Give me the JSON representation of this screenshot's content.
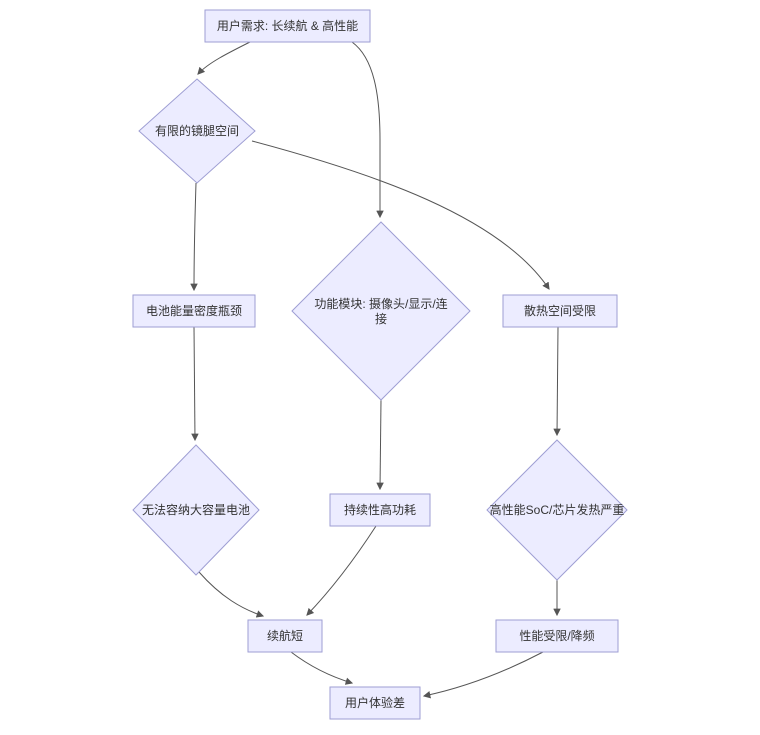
{
  "diagram": {
    "type": "flowchart",
    "direction": "top-down",
    "colors": {
      "node_fill": "#ECECFF",
      "node_border": "#9e9ed3",
      "edge": "#555555",
      "text": "#333333",
      "background": "#ffffff"
    },
    "nodes": {
      "user_needs": {
        "shape": "rect",
        "label": "用户需求: 长续航 & 高性能"
      },
      "temple_space": {
        "shape": "diamond",
        "label": "有限的镜腿空间"
      },
      "battery_density": {
        "shape": "rect",
        "label": "电池能量密度瓶颈"
      },
      "function_modules": {
        "shape": "diamond",
        "label_line1": "功能模块: 摄像头/显示/连",
        "label_line2": "接"
      },
      "thermal_space": {
        "shape": "rect",
        "label": "散热空间受限"
      },
      "no_big_battery": {
        "shape": "diamond",
        "label": "无法容纳大容量电池"
      },
      "high_power": {
        "shape": "rect",
        "label": "持续性高功耗"
      },
      "soc_heat": {
        "shape": "diamond",
        "label": "高性能SoC/芯片发热严重"
      },
      "short_battery": {
        "shape": "rect",
        "label": "续航短"
      },
      "perf_limited": {
        "shape": "rect",
        "label": "性能受限/降频"
      },
      "bad_ux": {
        "shape": "rect",
        "label": "用户体验差"
      }
    },
    "edges": [
      {
        "from": "user_needs",
        "to": "temple_space"
      },
      {
        "from": "user_needs",
        "to": "function_modules"
      },
      {
        "from": "temple_space",
        "to": "battery_density"
      },
      {
        "from": "temple_space",
        "to": "thermal_space"
      },
      {
        "from": "battery_density",
        "to": "no_big_battery"
      },
      {
        "from": "function_modules",
        "to": "high_power"
      },
      {
        "from": "thermal_space",
        "to": "soc_heat"
      },
      {
        "from": "no_big_battery",
        "to": "short_battery"
      },
      {
        "from": "high_power",
        "to": "short_battery"
      },
      {
        "from": "soc_heat",
        "to": "perf_limited"
      },
      {
        "from": "short_battery",
        "to": "bad_ux"
      },
      {
        "from": "perf_limited",
        "to": "bad_ux"
      }
    ]
  }
}
